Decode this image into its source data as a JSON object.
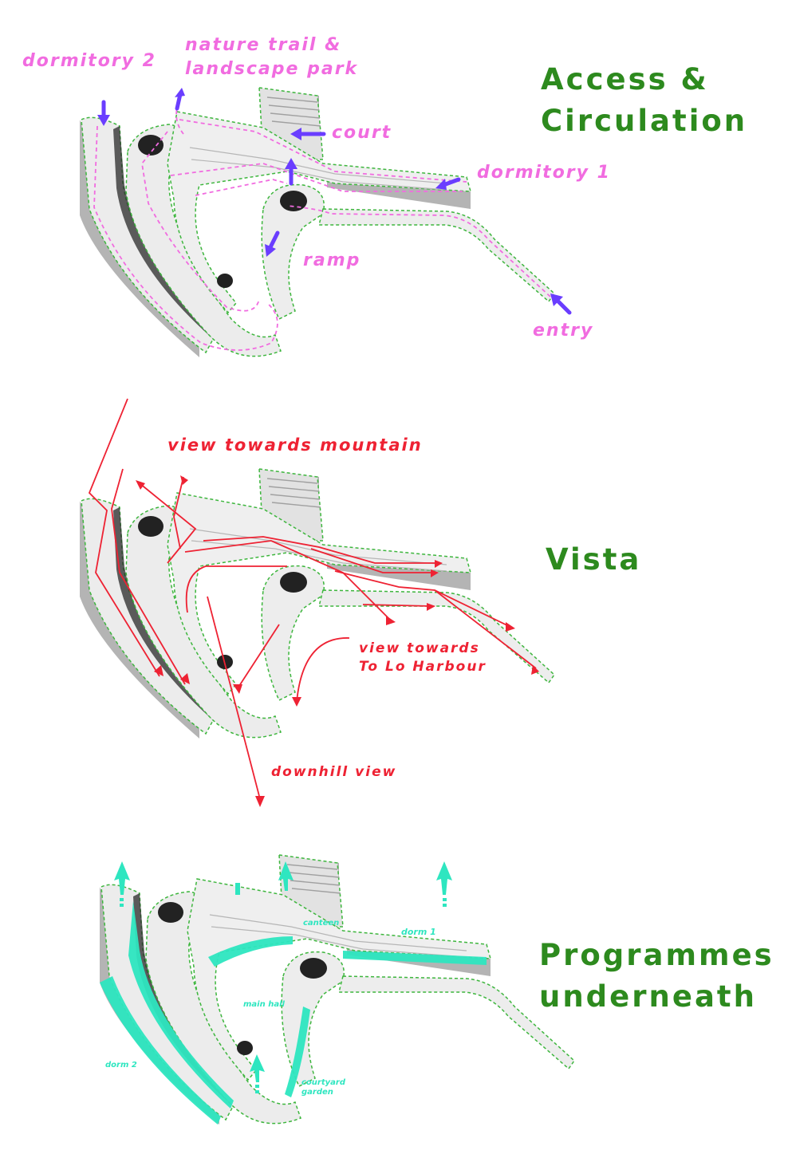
{
  "colors": {
    "title": "#2d8a1e",
    "access": "#f16ce0",
    "arrow_blue": "#6a3dff",
    "vista": "#ee2233",
    "programme": "#2ee6c0",
    "outline": "#3eb63e",
    "building": "#ececec",
    "shadow": "#9a9a9a"
  },
  "sections": {
    "access": {
      "title_line1": "Access &",
      "title_line2": "Circulation",
      "labels": {
        "dormitory2": "dormitory 2",
        "nature_line1": "nature trail &",
        "nature_line2": "landscape park",
        "court": "court",
        "dormitory1": "dormitory 1",
        "ramp": "ramp",
        "entry": "entry"
      }
    },
    "vista": {
      "title": "Vista",
      "labels": {
        "mountain": "view towards mountain",
        "harbour_line1": "view towards",
        "harbour_line2": "To Lo Harbour",
        "downhill": "downhill view"
      }
    },
    "programmes": {
      "title_line1": "Programmes",
      "title_line2": "underneath",
      "labels": {
        "canteen": "canteen",
        "dorm1": "dorm 1",
        "main_hall": "main hall",
        "dorm2": "dorm 2",
        "courtyard_line1": "courtyard",
        "courtyard_line2": "garden"
      }
    }
  }
}
